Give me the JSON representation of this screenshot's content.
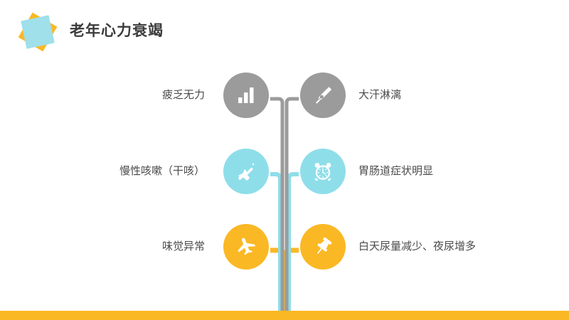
{
  "header": {
    "title": "老年心力衰竭",
    "logo_icon": "rotated-squares-logo",
    "logo_colors": {
      "back": "#fbb825",
      "front": "#9fe0ea"
    }
  },
  "theme": {
    "background": "#ffffff",
    "text": "#4a4a4a",
    "title_text": "#3b3b3b",
    "gray": "#9b9b9b",
    "cyan": "#8edeea",
    "orange": "#fbb825",
    "bottom_bar": "#fbb825"
  },
  "diagram": {
    "type": "symmetric-tree-infographic",
    "rows": [
      {
        "color": "#9b9b9b",
        "color_name": "gray",
        "left": {
          "icon": "bar-chart-icon",
          "label": "疲乏无力"
        },
        "right": {
          "icon": "pen-nib-icon",
          "label": "大汗淋漓"
        }
      },
      {
        "color": "#8edeea",
        "color_name": "cyan",
        "left": {
          "icon": "tools-icon",
          "label": "慢性咳嗽（干咳）"
        },
        "right": {
          "icon": "alarm-clock-icon",
          "label": "胃肠道症状明显"
        }
      },
      {
        "color": "#fbb825",
        "color_name": "orange",
        "left": {
          "icon": "airplane-icon",
          "label": "味觉异常"
        },
        "right": {
          "icon": "pushpin-icon",
          "label": "白天尿量减少、夜尿增多"
        }
      }
    ]
  }
}
